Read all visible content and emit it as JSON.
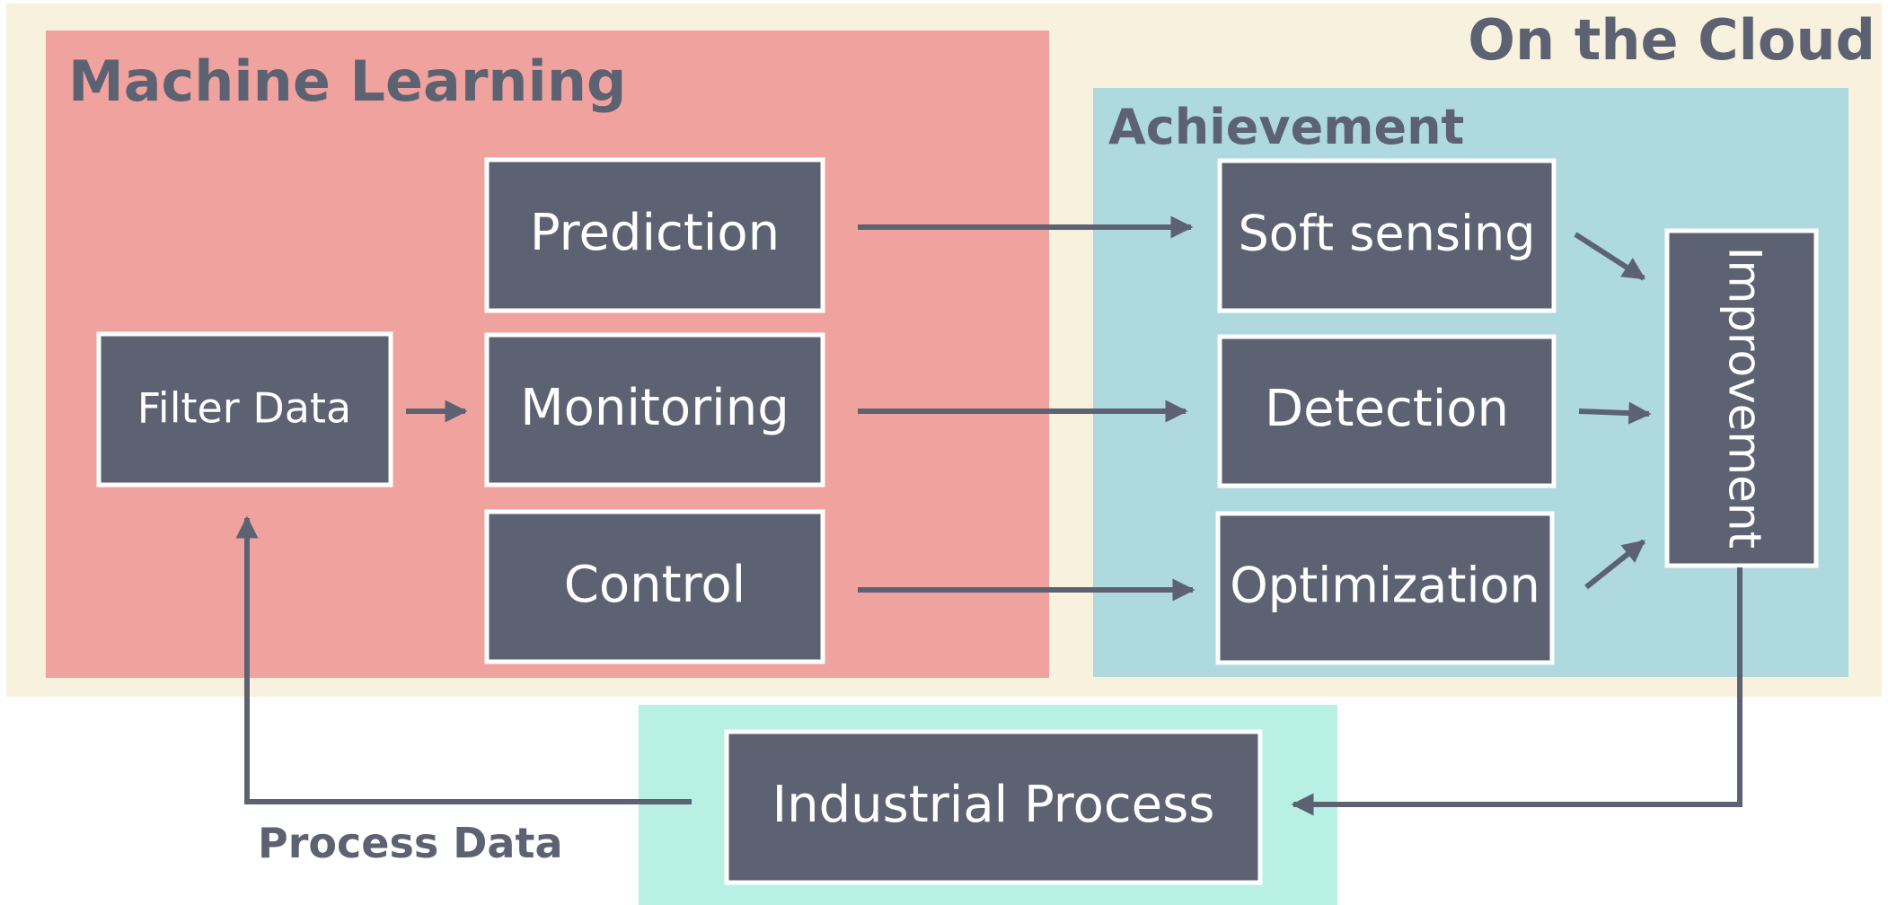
{
  "colors": {
    "cloud_bg": "#f7f1dd",
    "ml_bg": "#f0a39e",
    "achievement_bg": "#add9df",
    "process_bg": "#b8f1e4",
    "box_fill": "#5d6272",
    "box_border": "#ffffff",
    "arrow": "#5d6272",
    "title_text": "#5d6272"
  },
  "regions": {
    "cloud": {
      "label": "On the Cloud"
    },
    "ml": {
      "label": "Machine Learning"
    },
    "achievement": {
      "label": "Achievement"
    }
  },
  "boxes": {
    "filter_data": "Filter Data",
    "prediction": "Prediction",
    "monitoring": "Monitoring",
    "control": "Control",
    "soft_sensing": "Soft sensing",
    "detection": "Detection",
    "optimization": "Optimization",
    "improvement": "Improvement",
    "industrial_process": "Industrial Process"
  },
  "labels": {
    "process_data": "Process Data"
  }
}
